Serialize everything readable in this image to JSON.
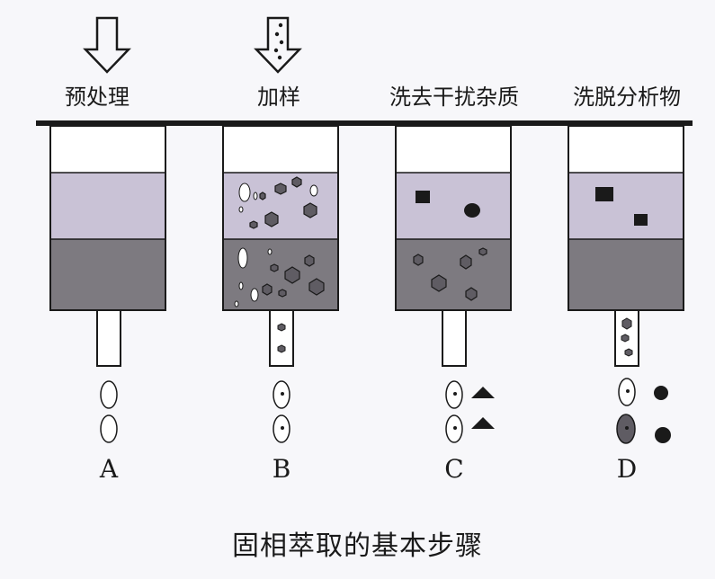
{
  "caption": "固相萃取的基本步骤",
  "colors": {
    "ink": "#1a1a1a",
    "upper_bed": "#c9c2d6",
    "lower_bed": "#7d7a80",
    "background": "#f7f7fa"
  },
  "steps": [
    {
      "id": "A",
      "label": "预处理",
      "letter": "A"
    },
    {
      "id": "B",
      "label": "加样",
      "letter": "B"
    },
    {
      "id": "C",
      "label": "洗去干扰杂质",
      "letter": "C"
    },
    {
      "id": "D",
      "label": "洗脱分析物",
      "letter": "D"
    }
  ]
}
